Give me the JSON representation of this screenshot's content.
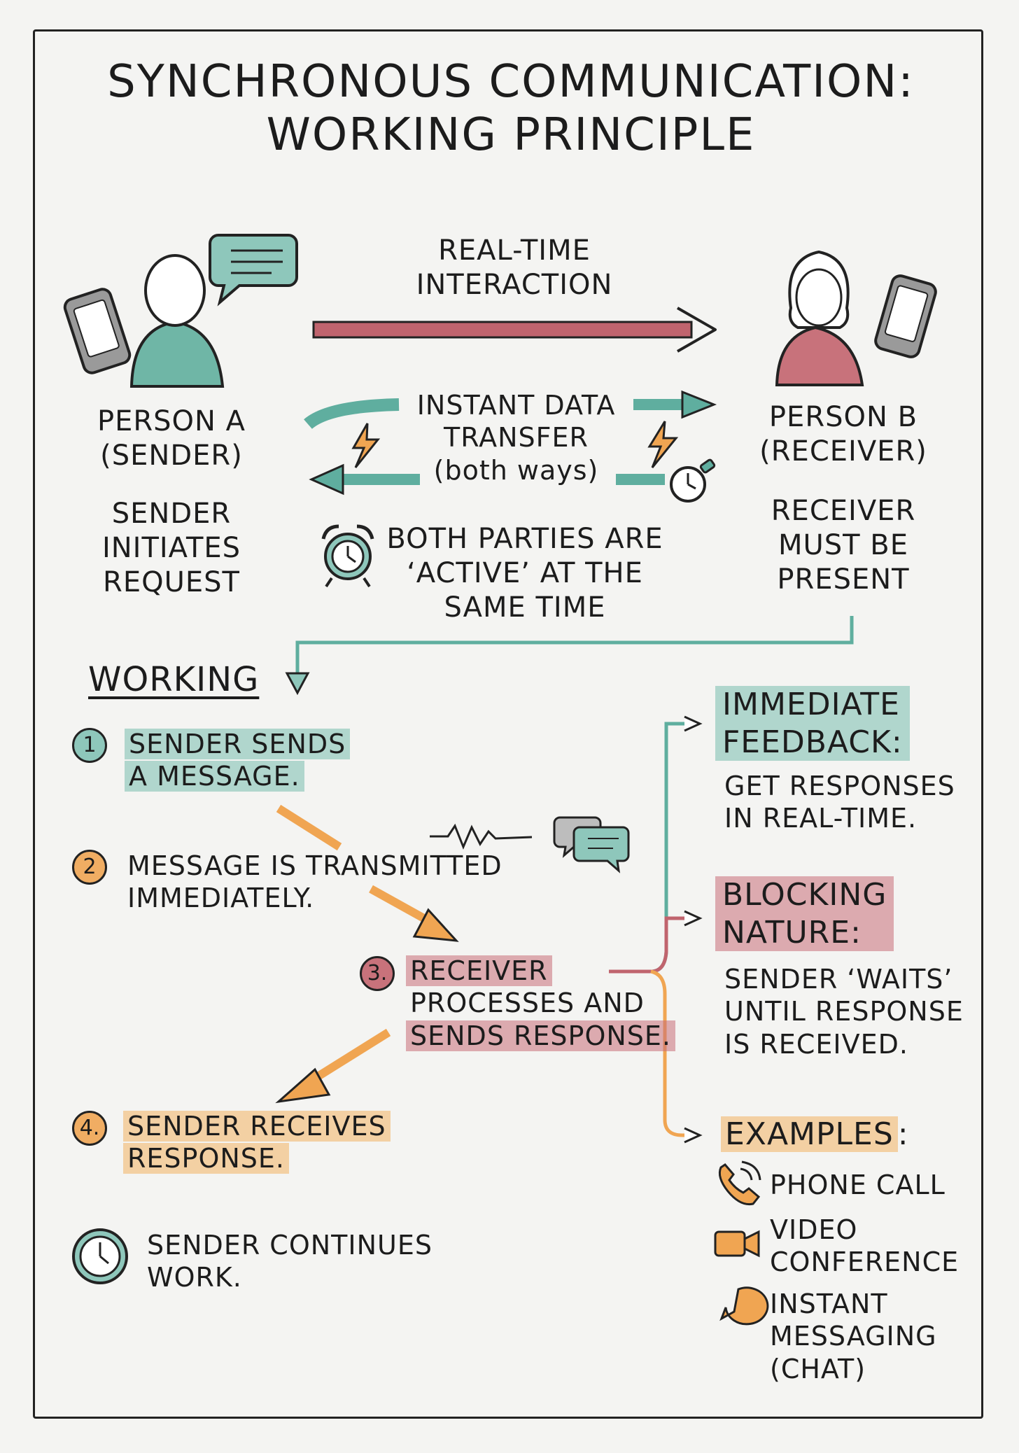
{
  "title": {
    "line1": "SYNCHRONOUS COMMUNICATION:",
    "line2": "WORKING PRINCIPLE"
  },
  "top": {
    "realtime": [
      "REAL-TIME",
      "INTERACTION"
    ],
    "person_a": [
      "PERSON A",
      "(SENDER)"
    ],
    "person_a_desc": [
      "SENDER",
      "INITIATES",
      "REQUEST"
    ],
    "person_b": [
      "PERSON B",
      "(RECEIVER)"
    ],
    "person_b_desc": [
      "RECEIVER",
      "MUST BE",
      "PRESENT"
    ],
    "instant": [
      "INSTANT DATA",
      "TRANSFER",
      "(both ways)"
    ],
    "both_active": [
      "BOTH PARTIES ARE",
      "‘ACTIVE’ AT THE",
      "SAME TIME"
    ]
  },
  "working": {
    "heading": "WORKING",
    "steps": [
      {
        "num": "1",
        "lines": [
          "SENDER SENDS",
          "A MESSAGE."
        ]
      },
      {
        "num": "2",
        "lines": [
          "MESSAGE IS TRANSMITTED",
          "IMMEDIATELY."
        ]
      },
      {
        "num": "3.",
        "lines": [
          "RECEIVER",
          "PROCESSES AND",
          "SENDS RESPONSE."
        ]
      },
      {
        "num": "4.",
        "lines": [
          "SENDER RECEIVES",
          "RESPONSE."
        ]
      }
    ],
    "continue": [
      "SENDER CONTINUES",
      "WORK."
    ]
  },
  "properties": {
    "feedback": {
      "title": [
        "IMMEDIATE",
        "FEEDBACK"
      ],
      "colon": ":",
      "desc": [
        "GET RESPONSES",
        "IN REAL-TIME."
      ]
    },
    "blocking": {
      "title": [
        "BLOCKING",
        "NATURE"
      ],
      "colon": ":",
      "desc": [
        "SENDER ‘WAITS’",
        "UNTIL RESPONSE",
        "IS RECEIVED."
      ]
    },
    "examples": {
      "title": "EXAMPLES",
      "colon": ":",
      "items": [
        {
          "icon": "phone-icon",
          "lines": [
            "PHONE CALL"
          ]
        },
        {
          "icon": "video-camera-icon",
          "lines": [
            "VIDEO",
            "CONFERENCE"
          ]
        },
        {
          "icon": "chat-bubble-icon",
          "lines": [
            "INSTANT",
            "MESSAGING",
            "(CHAT)"
          ]
        }
      ]
    }
  },
  "colors": {
    "teal": "#5fae9f",
    "red": "#c0646e",
    "orange": "#f0a552",
    "ink": "#1c1c1c"
  }
}
